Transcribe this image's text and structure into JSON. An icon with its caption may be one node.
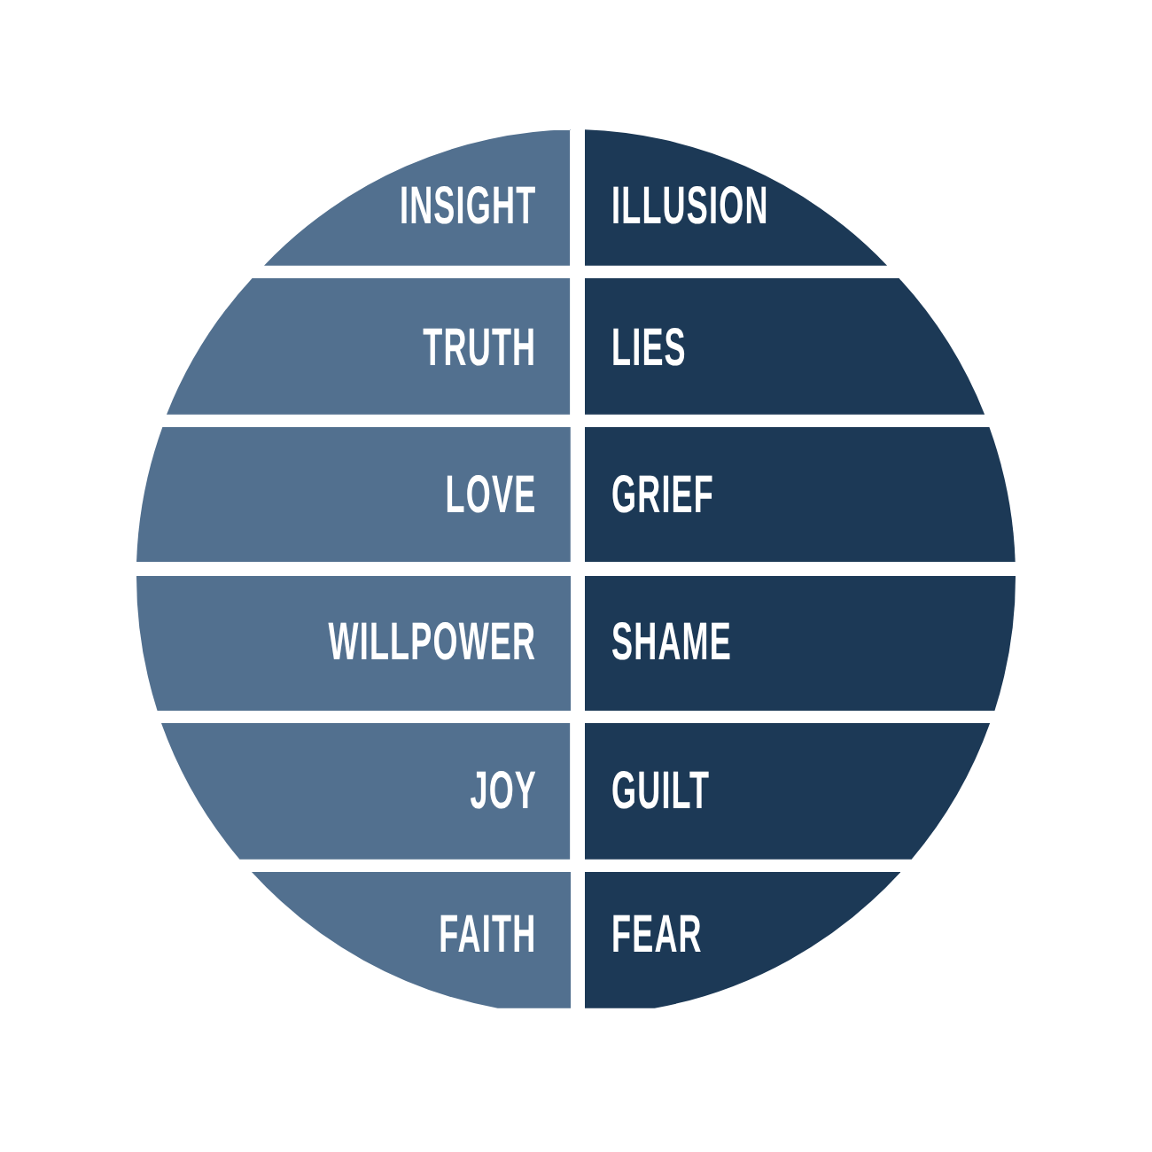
{
  "diagram": {
    "nodes": [
      {
        "text": [
          "INSIGHT"
        ]
      },
      {
        "text": [
          "ILLUSION"
        ]
      },
      {
        "text": [
          "TRUTH"
        ]
      },
      {
        "text": [
          "LIES"
        ]
      },
      {
        "text": [
          "LOVE"
        ]
      },
      {
        "text": [
          "GRIEF"
        ]
      },
      {
        "text": [
          "WILLPOWER"
        ]
      },
      {
        "text": [
          "SHAME"
        ]
      },
      {
        "text": [
          "JOY"
        ]
      },
      {
        "text": [
          "GUILT"
        ]
      },
      {
        "text": [
          "FAITH"
        ]
      },
      {
        "text": [
          "FEAR"
        ]
      }
    ]
  }
}
